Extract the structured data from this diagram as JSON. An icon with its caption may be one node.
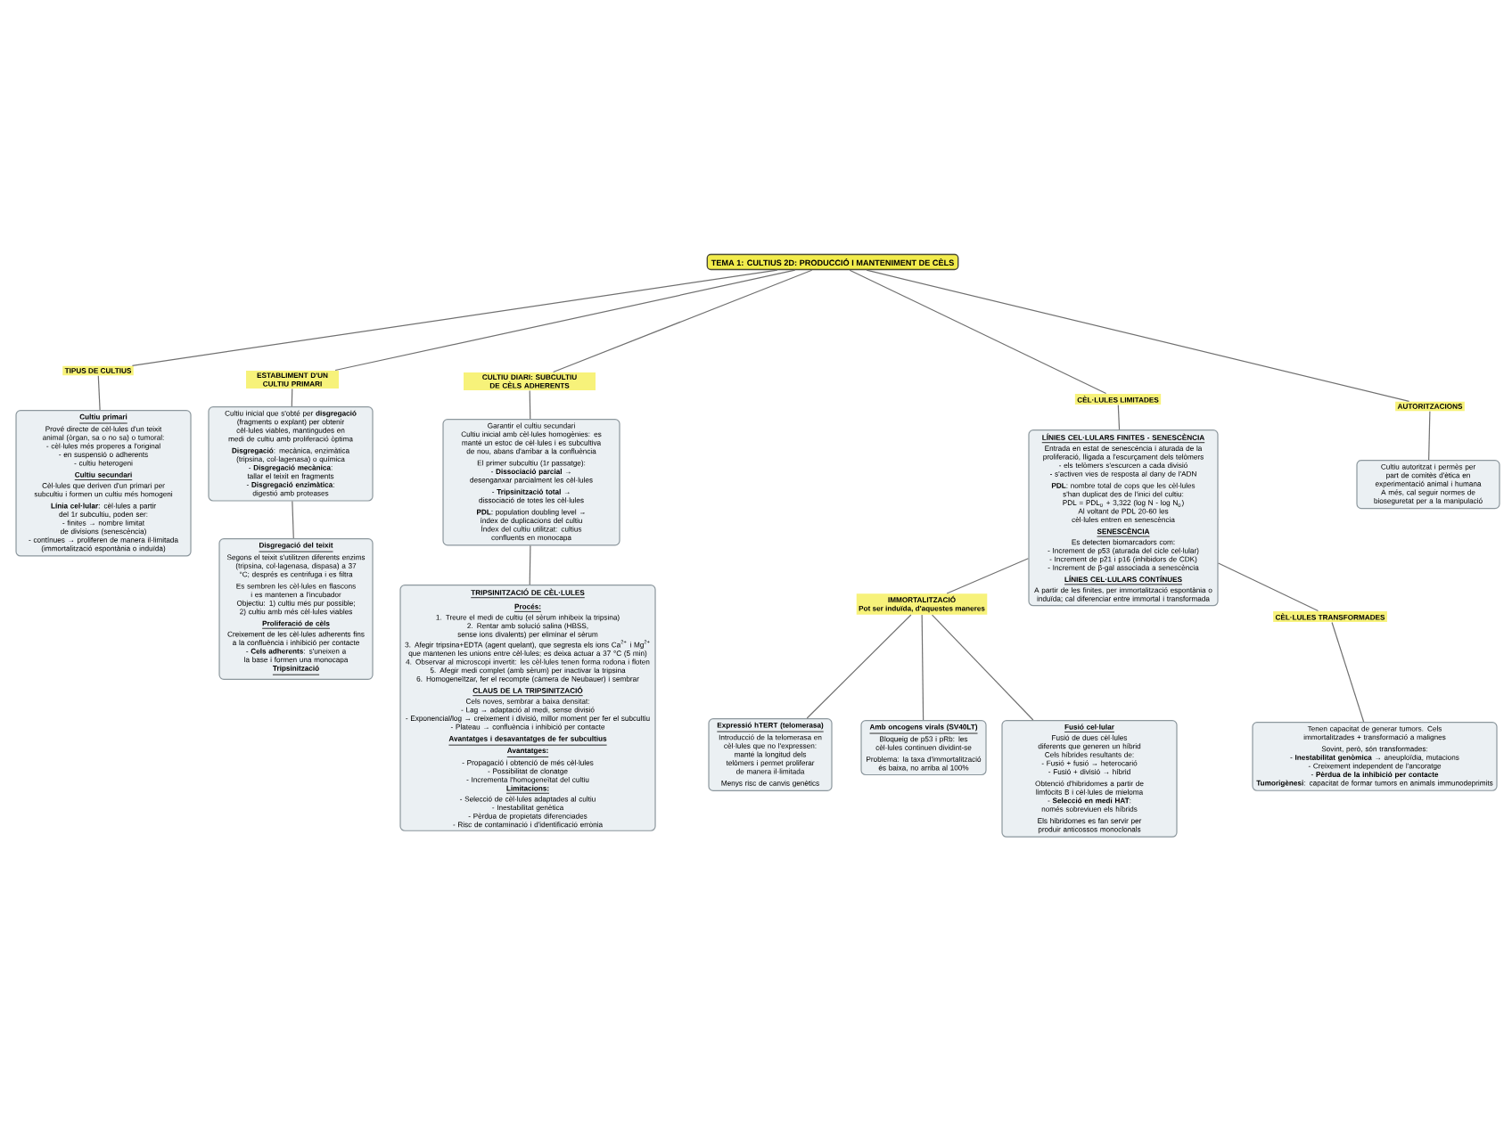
{
  "diagram": {
    "nodes": [
      {
        "text": [
          "TEMA 1: CULTIUS 2D: PRODUCCIÓ I MANTENIMENT DE CÈLS"
        ]
      },
      {
        "text": [
          "TIPUS DE CULTIUS"
        ]
      },
      {
        "text": [
          "Cultiu primari",
          "Prové directe de cèl·lules d'un teixit animal (òrgan, sa o no sa) o tumoral:",
          "- cèl·lules més properes a l'original",
          "- en suspensió o adherents",
          "- cultiu heterogeni",
          "Cultiu secundari",
          "Cèl·lules que deriven d'un primari per subcultiu i formen un cultiu més homogeni",
          "**Línia cel·lular**: cèl·lules a partir del 1r subcultiu, poden ser:",
          "- finites → nombre limitat de divisions (senescència)",
          "- contínues → proliferen de manera il·limitada (immortalització espontània o induïda)"
        ]
      },
      {
        "text": [
          "ESTABLIMENT D'UN CULTIU PRIMARI"
        ]
      },
      {
        "text": [
          "Cultiu inicial que s'obté per **disgregació** (fragments o explant) per obtenir cèl·lules viables, mantingudes en medi de cultiu amb proliferació òptima",
          "**Disgregació**: mecànica, enzimàtica (tripsina, col·lagenasa) o química",
          "- **Disgregació mecànica**: tallar el teixit en fragments",
          "- **Disgregació enzimàtica**: digestió amb proteases"
        ]
      },
      {
        "text": [
          "Disgregació del teixit",
          "Segons el teixit s'utilitzen diferents enzims (tripsina, col·lagenasa, dispasa) a 37 °C; després es centrifuga i es filtra",
          "Es sembren les cèl·lules en flascons i es mantenen a l'incubador",
          "Objectiu: 1) cultiu més pur possible; 2) cultiu amb més cèl·lules viables",
          "Proliferació de cèls",
          "Creixement de les cèl·lules adherents fins a la confluència i inhibició per contacte",
          "- **Cels adherents**: s'uneixen a la base i formen una monocapa",
          "Tripsinització"
        ]
      },
      {
        "text": [
          "CULTIU DIARI: SUBCULTIU DE CÈLS ADHERENTS"
        ]
      },
      {
        "text": [
          "Garantir el cultiu secundari",
          "Cultiu inicial amb cèl·lules homogènies: es manté un estoc de cèl·lules i es subcultiva de nou, abans d'arribar a la confluència",
          "El primer subcultiu (1r passatge):",
          "- **Dissociació parcial** → desenganxar parcialment les cèl·lules",
          "- **Tripsinització total** → dissociació de totes les cèl·lules",
          "**PDL**: population doubling level → índex de duplicacions del cultiu",
          "Índex del cultiu utilitzat: cultius confluents en monocapa"
        ]
      },
      {
        "text": [
          "TRIPSINITZACIÓ DE CÈL·LULES",
          "Procés:",
          "1. Treure el medi de cultiu (el sèrum inhibeix la tripsina)",
          "2. Rentar amb solució salina (HBSS, sense ions divalents) per eliminar el sèrum",
          "3. Afegir tripsina+EDTA (agent quelant), que segresta els ions Ca$^{2+}$ i Mg$^{2+}$ que mantenen les unions entre cèl·lules; es deixa actuar a 37 °C (5 min)",
          "4. Observar al microscopi invertit: les cèl·lules tenen forma rodona i floten",
          "5. Afegir medi complet (amb sèrum) per inactivar la tripsina",
          "6. Homogeneïtzar, fer el recompte (càmera de Neubauer) i sembrar",
          "CLAUS DE LA TRIPSINITZACIÓ",
          "Cels noves, sembrar a baixa densitat:",
          "- Lag → adaptació al medi, sense divisió",
          "- Exponencial/log → creixement i divisió, millor moment per fer el subcultiu",
          "- Plateau → confluència i inhibició per contacte",
          "Avantatges i desavantatges de fer subcultius",
          "Avantatges:",
          "- Propagació i obtenció de més cèl·lules",
          "- Possibilitat de clonatge",
          "- Incrementa l'homogeneïtat del cultiu",
          "Limitacions:",
          "- Selecció de cèl·lules adaptades al cultiu",
          "- Inestabilitat genètica",
          "- Pèrdua de propietats diferenciades",
          "- Risc de contaminació i d'identificació errònia"
        ]
      },
      {
        "text": [
          "CÈL·LULES LIMITADES"
        ]
      },
      {
        "text": [
          "LÍNIES CEL·LULARS FINITES - SENESCÈNCIA",
          "Entrada en estat de senescència i aturada de la proliferació, lligada a l'escurçament dels telòmers",
          "- els telòmers s'escurcen a cada divisió",
          "- s'activen vies de resposta al dany de l'ADN",
          "**PDL**: nombre total de cops que les cèl·lules s'han duplicat des de l'inici del cultiu: PDL = PDL$_{0}$ + 3,322 (log N - log N$_{0}$)",
          "Al voltant de PDL 20-60 les cèl·lules entren en senescència",
          "SENESCÈNCIA",
          "Es detecten biomarcadors com:",
          "- Increment de p53 (aturada del cicle cel·lular)",
          "- Increment de p21 i p16 (inhibidors de CDK)",
          "- Increment de β-gal associada a senescència",
          "LÍNIES CEL·LULARS CONTÍNUES",
          "A partir de les finites, per immortalització espontània o induïda; cal diferenciar entre immortal i transformada"
        ]
      },
      {
        "text": [
          "IMMORTALITZACIÓ",
          "Pot ser induïda, d'aquestes maneres"
        ]
      },
      {
        "text": [
          "Expressió hTERT (telomerasa)",
          "Introducció de la telomerasa en cèl·lules que no l'expressen: manté la longitud dels telòmers i permet proliferar de manera il·limitada",
          "Menys risc de canvis genètics"
        ]
      },
      {
        "text": [
          "Amb oncogens virals (SV40LT)",
          "Bloqueig de p53 i pRb: les cèl·lules continuen dividint-se",
          "Problema: la taxa d'immortalització és baixa, no arriba al 100%"
        ]
      },
      {
        "text": [
          "Fusió cel·lular",
          "Fusió de dues cèl·lules diferents que generen un híbrid",
          "Cels híbrides resultants de:",
          "- Fusió + fusió → heterocarió",
          "- Fusió + divisió → híbrid",
          "Obtenció d'hibridomes a partir de limfòcits B i cèl·lules de mieloma",
          "- **Selecció en medi HAT**: només sobreviuen els híbrids",
          "Els hibridomes es fan servir per produir anticossos monoclonals"
        ]
      },
      {
        "text": [
          "CÈL·LULES TRANSFORMADES"
        ]
      },
      {
        "text": [
          "Tenen capacitat de generar tumors. Cels immortalitzades + transformació a malignes",
          "Sovint, però, són transformades:",
          "- **Inestabilitat genòmica** → aneuploïdia, mutacions",
          "- Creixement independent de l'ancoratge",
          "- **Pèrdua de la inhibició per contacte**",
          "**Tumorigènesi**: capacitat de formar tumors en animals immunodeprimits"
        ]
      },
      {
        "text": [
          "AUTORITZACIONS"
        ]
      },
      {
        "text": [
          "Cultiu autoritzat i permès per part de comitès d'ètica en experimentació animal i humana",
          "A més, cal seguir normes de bioseguretat per a la manipulació"
        ]
      }
    ],
    "edges": [
      {
        "from": 0,
        "to": 1,
        "arrow": "none"
      },
      {
        "from": 0,
        "to": 3,
        "arrow": "none"
      },
      {
        "from": 0,
        "to": 6,
        "arrow": "none"
      },
      {
        "from": 0,
        "to": 9,
        "arrow": "none"
      },
      {
        "from": 0,
        "to": 17,
        "arrow": "none"
      },
      {
        "from": 1,
        "to": 2,
        "arrow": "none"
      },
      {
        "from": 3,
        "to": 4,
        "arrow": "none"
      },
      {
        "from": 4,
        "to": 5,
        "arrow": "none"
      },
      {
        "from": 6,
        "to": 7,
        "arrow": "none"
      },
      {
        "from": 7,
        "to": 8,
        "arrow": "none"
      },
      {
        "from": 9,
        "to": 10,
        "arrow": "none"
      },
      {
        "from": 10,
        "to": 11,
        "arrow": "none"
      },
      {
        "from": 11,
        "to": 12,
        "arrow": "none"
      },
      {
        "from": 11,
        "to": 13,
        "arrow": "none"
      },
      {
        "from": 11,
        "to": 14,
        "arrow": "none"
      },
      {
        "from": 10,
        "to": 15,
        "arrow": "none"
      },
      {
        "from": 15,
        "to": 16,
        "arrow": "none"
      },
      {
        "from": 17,
        "to": 18,
        "arrow": "none"
      }
    ]
  }
}
